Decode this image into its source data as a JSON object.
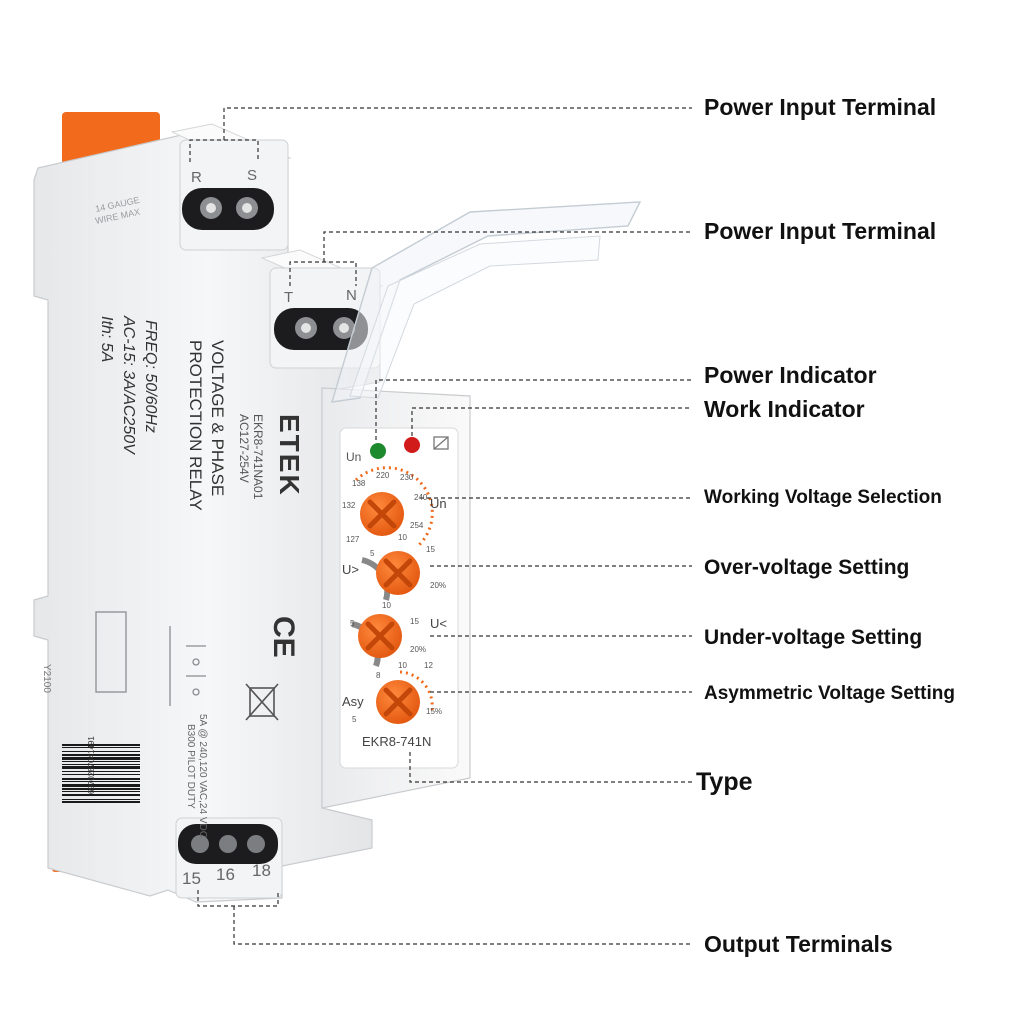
{
  "callouts": {
    "power_input_1": "Power Input Terminal",
    "power_input_2": "Power Input Terminal",
    "power_indicator": "Power Indicator",
    "work_indicator": "Work Indicator",
    "working_voltage": "Working Voltage Selection",
    "over_voltage": "Over-voltage Setting",
    "under_voltage": "Under-voltage Setting",
    "asymmetric": "Asymmetric Voltage Setting",
    "type": "Type",
    "output_terminals": "Output Terminals"
  },
  "device": {
    "brand": "ETEK",
    "model_code": "EKR8-741NA01",
    "voltage_range": "AC127-254V",
    "name_line1": "VOLTAGE & PHASE",
    "name_line2": "PROTECTION RELAY",
    "spec_freq": "FREQ: 50/60Hz",
    "spec_ac15": "AC-15: 3A/AC250V",
    "spec_ith": "Ith: 5A",
    "wire_line1": "14 GAUGE",
    "wire_line2": "WIRE MAX",
    "rating_line1": "5A @ 240,120 VAC,24 VDC",
    "rating_line2": "B300 PILOT DUTY",
    "side_code": "Y2100",
    "ce_mark": "CE",
    "type_label": "EKR8-741N",
    "barcode_digits": "6970287041491"
  },
  "terminals": {
    "top_left": "R",
    "top_right": "S",
    "mid_left": "T",
    "mid_right": "N",
    "output": [
      "15",
      "16",
      "18"
    ]
  },
  "indicators": {
    "power_label": "Un",
    "power_color": "#1e8a2e",
    "work_color": "#d11b1b"
  },
  "dials": {
    "un": {
      "label": "Un",
      "ticks": [
        "127",
        "132",
        "138",
        "220",
        "230",
        "240",
        "254"
      ]
    },
    "over": {
      "label": "U>",
      "ticks": [
        "5",
        "10",
        "15",
        "20%"
      ]
    },
    "under": {
      "label": "U<",
      "ticks": [
        "5",
        "10",
        "15",
        "20%"
      ]
    },
    "asy": {
      "label": "Asy",
      "ticks": [
        "5",
        "8",
        "10",
        "12",
        "15%"
      ]
    }
  },
  "colors": {
    "dial_orange": "#f26a1b",
    "clip_orange": "#f26a1b",
    "housing": "#f1f2f3",
    "leader": "#333333"
  }
}
